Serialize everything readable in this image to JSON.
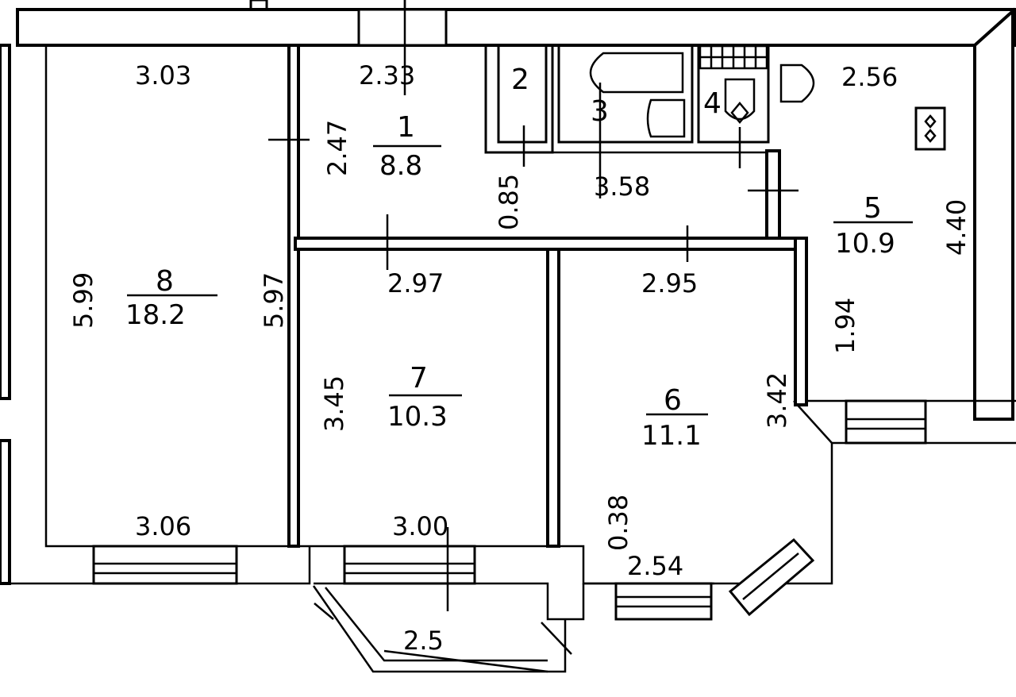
{
  "rooms": [
    {
      "number": "1",
      "area": "8.8"
    },
    {
      "number": "2"
    },
    {
      "number": "3"
    },
    {
      "number": "4"
    },
    {
      "number": "5",
      "area": "10.9"
    },
    {
      "number": "6",
      "area": "11.1"
    },
    {
      "number": "7",
      "area": "10.3"
    },
    {
      "number": "8",
      "area": "18.2"
    }
  ],
  "dimensions": {
    "r8_top": "3.03",
    "r8_left": "5.99",
    "r8_right": "5.97",
    "r8_bottom": "3.06",
    "r1_top": "2.33",
    "r1_side": "2.47",
    "hall_width": "0.85",
    "hall_length": "3.58",
    "r5_top": "2.56",
    "r5_right": "4.40",
    "r5_lower": "1.94",
    "r7_top": "2.97",
    "r7_left": "3.45",
    "r7_bottom": "3.00",
    "r6_top": "2.95",
    "r6_right": "3.42",
    "r6_bay_side": "0.38",
    "r6_bottom": "2.54",
    "balcony": "2.5"
  }
}
